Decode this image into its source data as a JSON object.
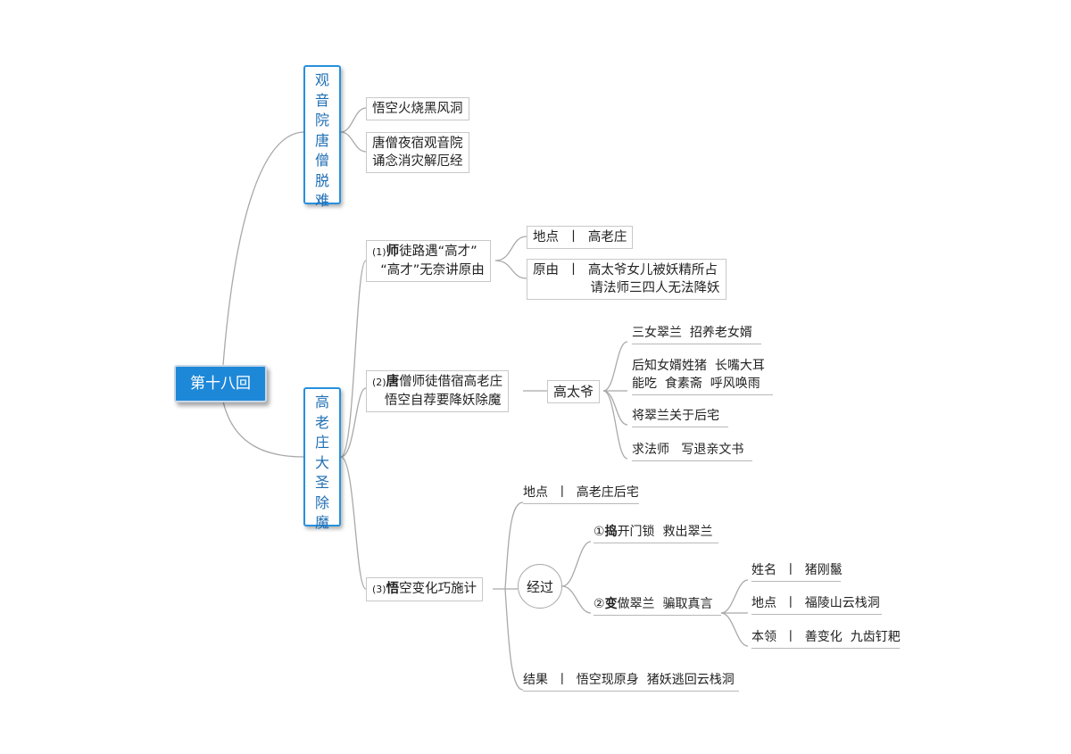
{
  "root": "第十八回",
  "branch1": {
    "chars": [
      "观",
      "音",
      "院",
      "唐",
      "僧",
      "脱",
      "难"
    ],
    "items": [
      "悟空火烧黑风洞",
      "唐僧夜宿观音院\n诵念消灾解厄经"
    ]
  },
  "branch2": {
    "chars": [
      "高",
      "老",
      "庄",
      "大",
      "圣",
      "除",
      "魔"
    ]
  },
  "s1": {
    "num": "(1)",
    "bold": "师",
    "rest": "徒路遇“高才”\n  “高才”无奈讲原由",
    "c1": "地点  丨  高老庄",
    "c2": "原由  丨  高太爷女儿被妖精所占\n              请法师三四人无法降妖"
  },
  "s2": {
    "num": "(2)",
    "bold": "唐",
    "rest": "僧师徒借宿高老庄\n   悟空自荐要降妖除魔",
    "mid": "高太爷",
    "items": [
      "三女翠兰  招养老女婿",
      "后知女婿姓猪  长嘴大耳\n能吃  食素斋  呼风唤雨",
      "将翠兰关于后宅",
      "求法师   写退亲文书"
    ]
  },
  "s3": {
    "num": "(3)",
    "bold": "悟",
    "rest": "空变化巧施计",
    "place": "地点  丨  高老庄后宅",
    "process": "经过",
    "p1_num": "①",
    "p1_bold": "捣",
    "p1_rest": "开门锁  救出翠兰",
    "p2_num": "②",
    "p2_bold": "变",
    "p2_rest": "做翠兰  骗取真言",
    "d1": "姓名  丨  猪刚鬣",
    "d2": "地点  丨  福陵山云栈洞",
    "d3": "本领  丨  善变化  九齿钉耙",
    "result": "结果  丨  悟空现原身  猪妖逃回云栈洞"
  }
}
